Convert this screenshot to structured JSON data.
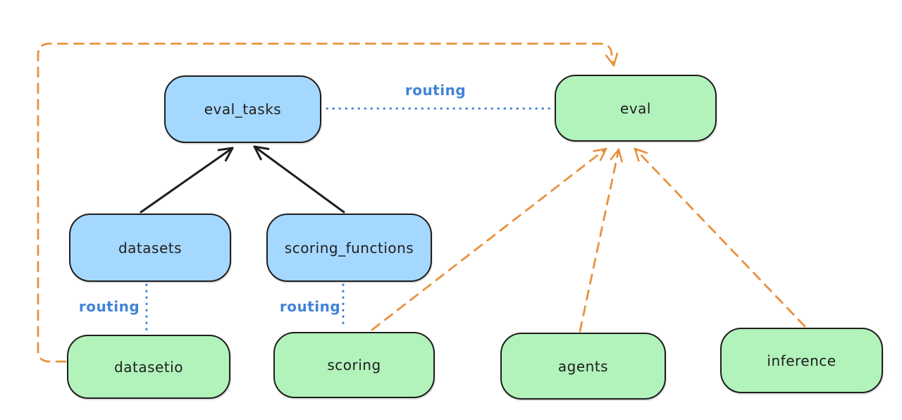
{
  "diagram": {
    "nodes": {
      "eval_tasks": {
        "label": "eval_tasks",
        "kind": "resource",
        "fill": "#a5d8ff"
      },
      "eval": {
        "label": "eval",
        "kind": "api",
        "fill": "#b2f2bb"
      },
      "datasets": {
        "label": "datasets",
        "kind": "resource",
        "fill": "#a5d8ff"
      },
      "scoring_functions": {
        "label": "scoring_functions",
        "kind": "resource",
        "fill": "#a5d8ff"
      },
      "datasetio": {
        "label": "datasetio",
        "kind": "api",
        "fill": "#b2f2bb"
      },
      "scoring": {
        "label": "scoring",
        "kind": "api",
        "fill": "#b2f2bb"
      },
      "agents": {
        "label": "agents",
        "kind": "api",
        "fill": "#b2f2bb"
      },
      "inference": {
        "label": "inference",
        "kind": "api",
        "fill": "#b2f2bb"
      }
    },
    "labels": {
      "routing": "routing"
    },
    "edges": [
      {
        "from": "datasets",
        "to": "eval_tasks",
        "style": "solid-black-arrow"
      },
      {
        "from": "scoring_functions",
        "to": "eval_tasks",
        "style": "solid-black-arrow"
      },
      {
        "from": "eval_tasks",
        "to": "eval",
        "style": "dotted-blue",
        "label": "routing"
      },
      {
        "from": "datasets",
        "to": "datasetio",
        "style": "dotted-blue",
        "label": "routing"
      },
      {
        "from": "scoring_functions",
        "to": "scoring",
        "style": "dotted-blue",
        "label": "routing"
      },
      {
        "from": "datasetio",
        "to": "eval",
        "style": "dashed-orange-arrow",
        "route": "around-top-left"
      },
      {
        "from": "scoring",
        "to": "eval",
        "style": "dashed-orange-arrow"
      },
      {
        "from": "agents",
        "to": "eval",
        "style": "dashed-orange-arrow"
      },
      {
        "from": "inference",
        "to": "eval",
        "style": "dashed-orange-arrow"
      }
    ],
    "colors": {
      "blue_fill": "#a5d8ff",
      "green_fill": "#b2f2bb",
      "stroke": "#1e1e1e",
      "routing_blue": "#4183d7",
      "orange": "#e9913e",
      "background": "#ffffff"
    }
  }
}
